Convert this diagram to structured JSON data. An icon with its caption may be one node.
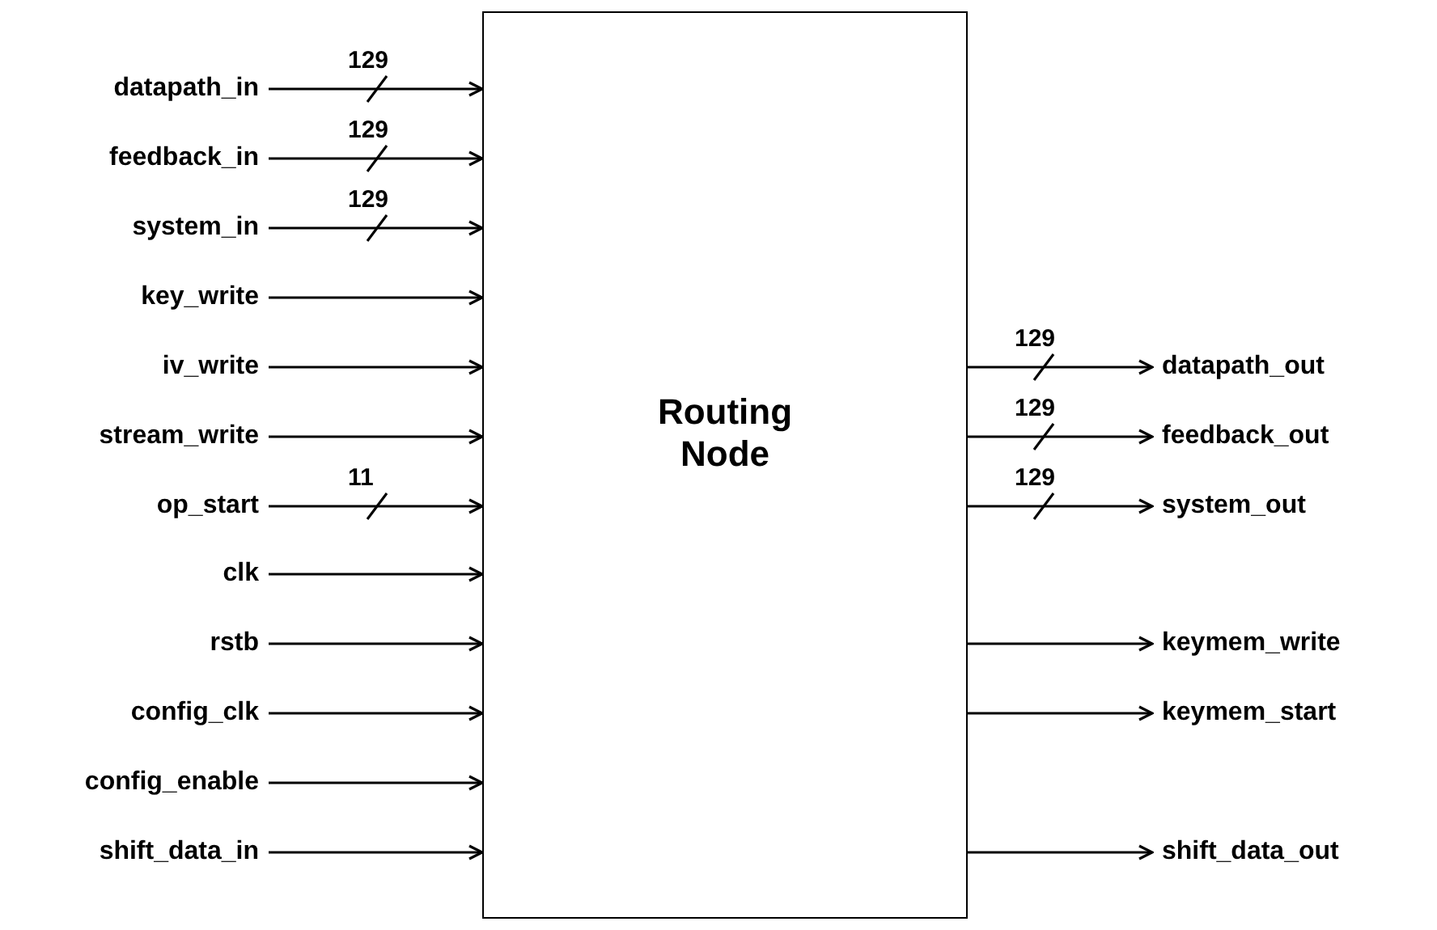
{
  "diagram": {
    "nodes": [
      {
        "text": [
          "Routing Node"
        ]
      },
      {
        "text": [
          "datapath_in"
        ]
      },
      {
        "text": [
          "feedback_in"
        ]
      },
      {
        "text": [
          "system_in"
        ]
      },
      {
        "text": [
          "key_write"
        ]
      },
      {
        "text": [
          "iv_write"
        ]
      },
      {
        "text": [
          "stream_write"
        ]
      },
      {
        "text": [
          "op_start"
        ]
      },
      {
        "text": [
          "clk"
        ]
      },
      {
        "text": [
          "rstb"
        ]
      },
      {
        "text": [
          "config_clk"
        ]
      },
      {
        "text": [
          "config_enable"
        ]
      },
      {
        "text": [
          "shift_data_in"
        ]
      },
      {
        "text": [
          "datapath_out"
        ]
      },
      {
        "text": [
          "feedback_out"
        ]
      },
      {
        "text": [
          "system_out"
        ]
      },
      {
        "text": [
          "keymem_write"
        ]
      },
      {
        "text": [
          "keymem_start"
        ]
      },
      {
        "text": [
          "shift_data_out"
        ]
      }
    ],
    "edges": [
      {
        "from": 1,
        "to": 0,
        "arrow": "to",
        "label": "129"
      },
      {
        "from": 2,
        "to": 0,
        "arrow": "to",
        "label": "129"
      },
      {
        "from": 3,
        "to": 0,
        "arrow": "to",
        "label": "129"
      },
      {
        "from": 4,
        "to": 0,
        "arrow": "to"
      },
      {
        "from": 5,
        "to": 0,
        "arrow": "to"
      },
      {
        "from": 6,
        "to": 0,
        "arrow": "to"
      },
      {
        "from": 7,
        "to": 0,
        "arrow": "to",
        "label": "11"
      },
      {
        "from": 8,
        "to": 0,
        "arrow": "to"
      },
      {
        "from": 9,
        "to": 0,
        "arrow": "to"
      },
      {
        "from": 10,
        "to": 0,
        "arrow": "to"
      },
      {
        "from": 11,
        "to": 0,
        "arrow": "to"
      },
      {
        "from": 12,
        "to": 0,
        "arrow": "to"
      },
      {
        "from": 0,
        "to": 13,
        "arrow": "to",
        "label": "129"
      },
      {
        "from": 0,
        "to": 14,
        "arrow": "to",
        "label": "129"
      },
      {
        "from": 0,
        "to": 15,
        "arrow": "to",
        "label": "129"
      },
      {
        "from": 0,
        "to": 16,
        "arrow": "to"
      },
      {
        "from": 0,
        "to": 17,
        "arrow": "to"
      },
      {
        "from": 0,
        "to": 18,
        "arrow": "to"
      }
    ]
  }
}
